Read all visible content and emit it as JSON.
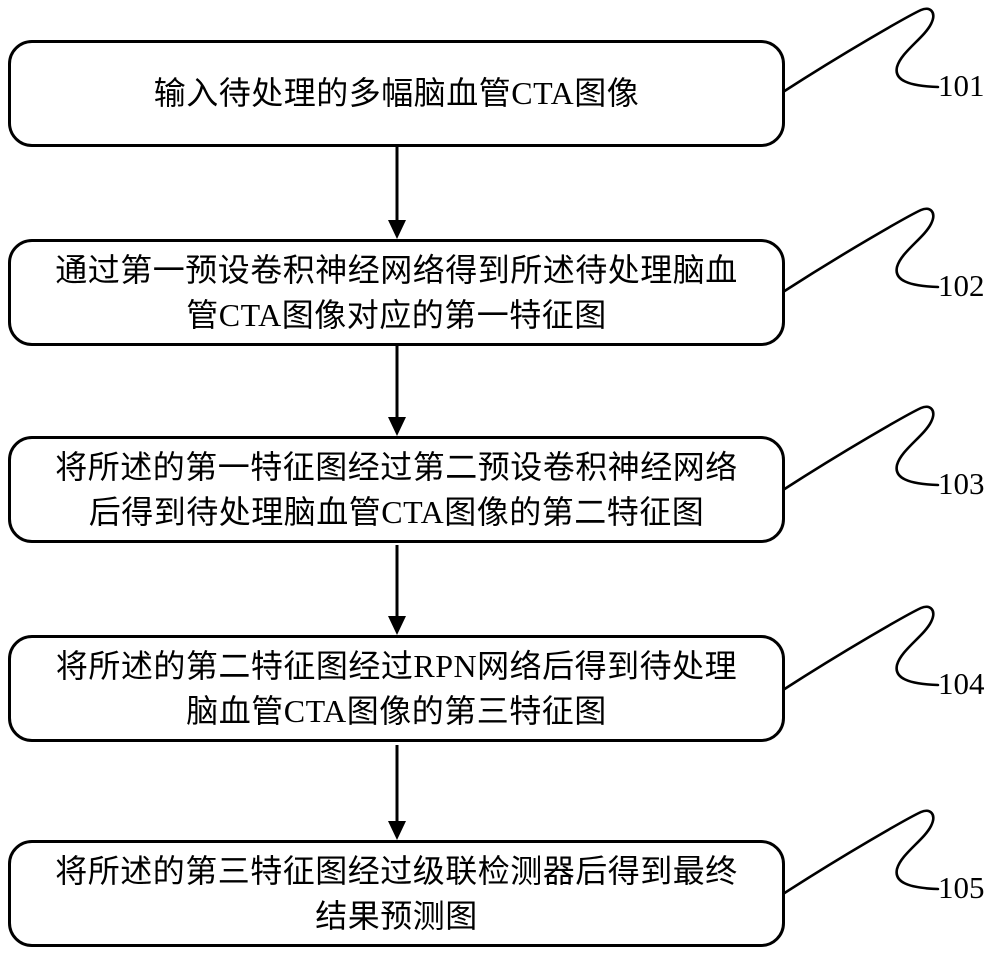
{
  "figure": {
    "type": "flowchart",
    "language": "zh-CN",
    "colors": {
      "ink": "#000000",
      "background": "#ffffff"
    },
    "steps": [
      {
        "ref": "101",
        "text": "输入待处理的多幅脑血管CTA图像"
      },
      {
        "ref": "102",
        "text": "通过第一预设卷积神经网络得到所述待处理脑血\n管CTA图像对应的第一特征图"
      },
      {
        "ref": "103",
        "text": "将所述的第一特征图经过第二预设卷积神经网络\n后得到待处理脑血管CTA图像的第二特征图"
      },
      {
        "ref": "104",
        "text": "将所述的第二特征图经过RPN网络后得到待处理\n脑血管CTA图像的第三特征图"
      },
      {
        "ref": "105",
        "text": "将所述的第三特征图经过级联检测器后得到最终\n结果预测图"
      }
    ]
  }
}
